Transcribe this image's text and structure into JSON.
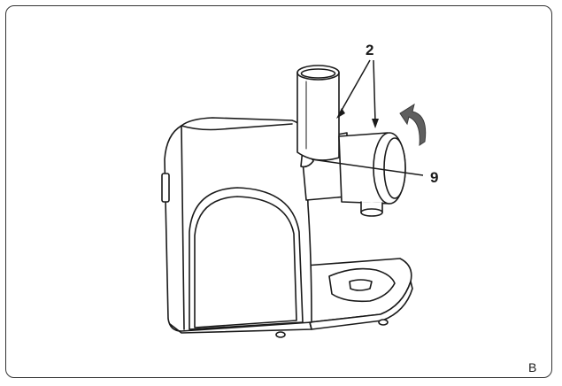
{
  "figure": {
    "letter": "B",
    "callouts": [
      {
        "id": "2",
        "label": "2"
      },
      {
        "id": "9",
        "label": "9"
      }
    ],
    "arrow_color": "#5f5f5f",
    "line_color": "#1a1a1a",
    "fill_color": "#ffffff",
    "icons": [
      "rotation-arrow-icon"
    ]
  }
}
